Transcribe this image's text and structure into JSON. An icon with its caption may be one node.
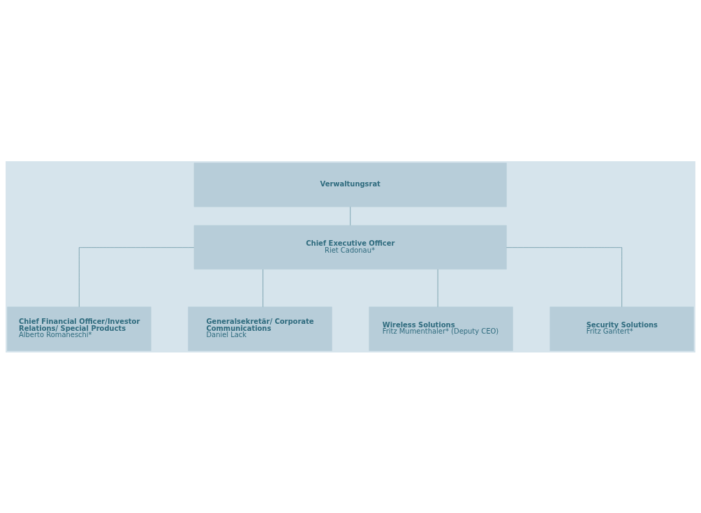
{
  "diagram": {
    "nodes": [
      {
        "text": [
          "Verwaltungsrat"
        ]
      },
      {
        "text": [
          "Chief Executive Officer",
          "Riet Cadonau*"
        ]
      },
      {
        "text": [
          "Chief Financial Officer/Investor Relations/ Special Products",
          "Alberto Romaneschi*"
        ]
      },
      {
        "text": [
          "Generalsekretär/ Corporate Communications",
          "Daniel Lack"
        ]
      },
      {
        "text": [
          "Wireless Solutions",
          "Fritz Mumenthaler* (Deputy CEO)"
        ]
      },
      {
        "text": [
          "Security Solutions",
          "Fritz Gantert*"
        ]
      }
    ],
    "edges": [
      {
        "from": 0,
        "to": 1,
        "arrow": "none"
      },
      {
        "from": 1,
        "to": 2,
        "arrow": "none"
      },
      {
        "from": 1,
        "to": 3,
        "arrow": "none"
      },
      {
        "from": 1,
        "to": 4,
        "arrow": "none"
      },
      {
        "from": 1,
        "to": 5,
        "arrow": "none"
      }
    ]
  }
}
